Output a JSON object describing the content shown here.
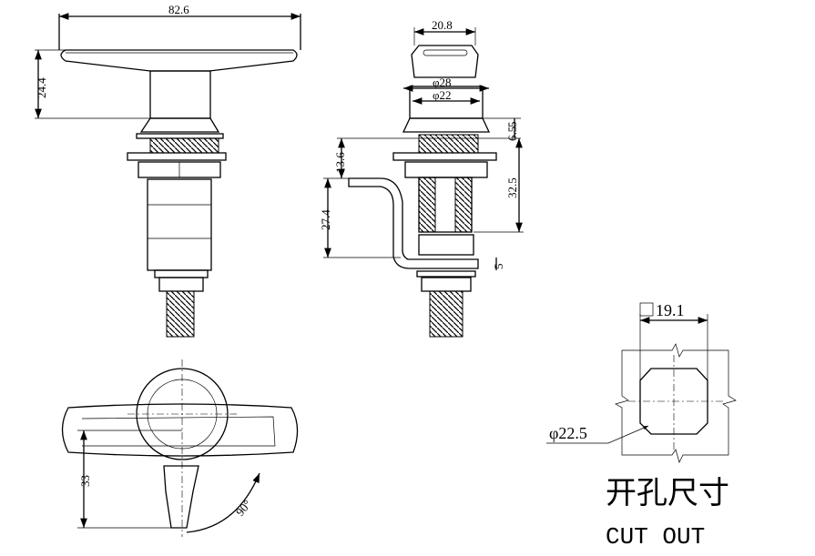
{
  "front_view": {
    "width": "82.6",
    "height": "24.4"
  },
  "side_view": {
    "knob_width": "20.8",
    "dia_outer": "φ28",
    "dia_inner": "φ22",
    "dim_5_top": "5",
    "dim_6_5": "6.5",
    "dim_13_6": "13.6",
    "dim_32_5": "32.5",
    "dim_27_4": "27.4",
    "dim_5_bottom": "5"
  },
  "bottom_view": {
    "height": "33",
    "angle": "90°"
  },
  "cutout": {
    "square": "19.1",
    "diameter": "φ22.5",
    "title_cn": "开孔尺寸",
    "title_en": "CUT OUT"
  }
}
